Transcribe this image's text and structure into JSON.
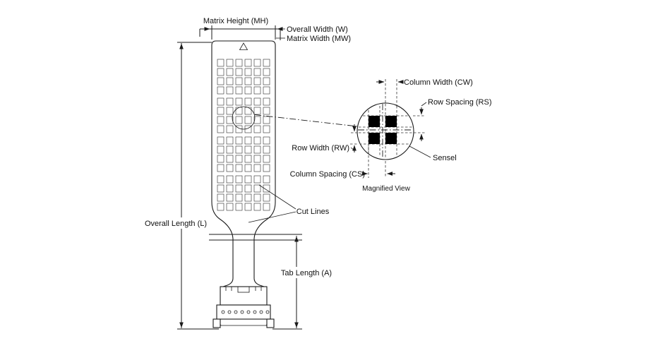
{
  "diagram": {
    "labels": {
      "matrix_height": "Matrix Height (MH)",
      "overall_width": "Overall Width (W)",
      "matrix_width": "Matrix Width (MW)",
      "overall_length": "Overall Length (L)",
      "tab_length": "Tab Length (A)",
      "cut_lines": "Cut Lines",
      "column_width": "Column Width (CW)",
      "row_spacing": "Row Spacing (RS)",
      "row_width": "Row Width (RW)",
      "column_spacing": "Column Spacing (CS)",
      "sensel": "Sensel",
      "magnified_view": "Magnified View"
    },
    "colors": {
      "line": "#1a1a1a",
      "background": "#ffffff",
      "sensel_fill": "#000000"
    }
  }
}
